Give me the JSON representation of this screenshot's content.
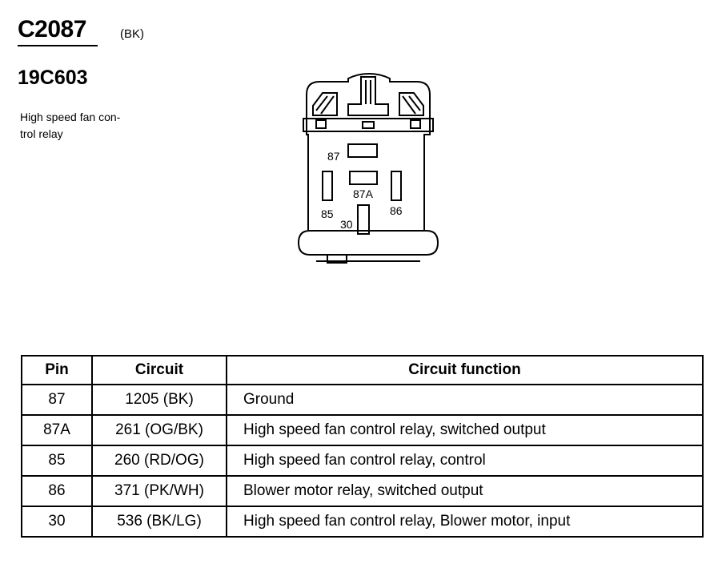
{
  "connector": {
    "id": "C2087",
    "color": "(BK)",
    "part_number": "19C603",
    "description": "High speed fan con-\ntrol relay"
  },
  "diagram": {
    "pin_labels": {
      "p87": "87",
      "p87a": "87A",
      "p85": "85",
      "p86": "86",
      "p30": "30"
    }
  },
  "table": {
    "headers": {
      "pin": "Pin",
      "circuit": "Circuit",
      "function": "Circuit function"
    },
    "rows": [
      {
        "pin": "87",
        "circuit": "1205 (BK)",
        "function": "Ground"
      },
      {
        "pin": "87A",
        "circuit": "261 (OG/BK)",
        "function": "High speed fan control relay, switched output"
      },
      {
        "pin": "85",
        "circuit": "260 (RD/OG)",
        "function": "High speed fan control relay, control"
      },
      {
        "pin": "86",
        "circuit": "371 (PK/WH)",
        "function": "Blower motor relay, switched output"
      },
      {
        "pin": "30",
        "circuit": "536 (BK/LG)",
        "function": "High speed fan control relay, Blower motor, input"
      }
    ]
  }
}
